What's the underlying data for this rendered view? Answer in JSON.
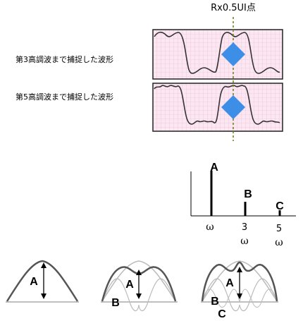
{
  "top_label": "Rx0.5UI点",
  "row1_label": "第3高調波まで捕捉した波形",
  "row2_label": "第5高調波まで捕捉した波形",
  "spectrum": {
    "a_label": "A",
    "b_label": "B",
    "c_label": "C",
    "tick1": "ω",
    "tick3_num": "3",
    "tick3_sym": "ω",
    "tick5_num": "5",
    "tick5_sym": "ω"
  },
  "bottom": {
    "p1_a": "A",
    "p2_a": "A",
    "p2_b": "B",
    "p3_a": "A",
    "p3_b": "B",
    "p3_c": "C"
  },
  "colors": {
    "grid_bg": "#fbe7f1",
    "grid_line": "#f0b6d0",
    "marker": "#3c8ee6",
    "dotted_line": "#6a8a20"
  }
}
